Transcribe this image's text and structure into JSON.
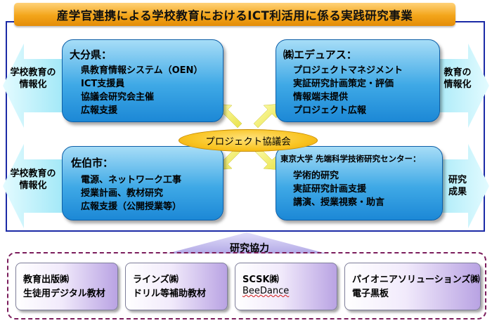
{
  "title": "産学官連携による学校教育におけるICT利活用に係る実践研究事業",
  "side_labels": {
    "left_top": [
      "学校教育の",
      "情報化"
    ],
    "left_bottom": [
      "学校教育の",
      "情報化"
    ],
    "right_top": [
      "教育の",
      "情報化"
    ],
    "right_bottom": [
      "研究",
      "成果"
    ]
  },
  "boxes": {
    "oita": {
      "title": "大分県：",
      "lines": [
        "県教育情報システム（OEN）",
        "ICT支援員",
        "協議会研究会主催",
        "広報支援"
      ]
    },
    "eduas": {
      "title": "㈱エデュアス：",
      "lines": [
        "プロジェクトマネジメント",
        "実証研究計画策定・評価",
        "情報端末提供",
        "プロジェクト広報"
      ]
    },
    "saiki": {
      "title": "佐伯市：",
      "lines": [
        "電源、ネットワーク工事",
        "授業計画、教材研究",
        "広報支援（公開授業等）"
      ]
    },
    "todai": {
      "title": "東京大学 先端科学技術研究センター：",
      "lines": [
        "学術的研究",
        "実証研究計画支援",
        "講演、授業視察・助言"
      ]
    }
  },
  "center_label": "プロジェクト協議会",
  "cooperation_label": "研究協力",
  "partners": [
    {
      "lines": [
        "教育出版㈱",
        "生徒用デジタル教材"
      ]
    },
    {
      "lines": [
        "ラインズ㈱",
        "ドリル等補助教材"
      ]
    },
    {
      "lines": [
        "SCSK㈱",
        "BeeDance"
      ]
    },
    {
      "lines": [
        "パイオニアソリューションズ㈱",
        "電子黒板"
      ]
    }
  ],
  "colors": {
    "frame": "#1b2aa6",
    "box_blue": "#1c88d6",
    "side_arrow": "#b7f0fb",
    "cross_arrow": "#f2f26a",
    "oval": "#f9c421",
    "title_bar": "#f3a51a",
    "coop_arrow": "#c8c2ee",
    "dashed_border": "#7b1d5c",
    "partner_box": "#b9a3e3"
  }
}
